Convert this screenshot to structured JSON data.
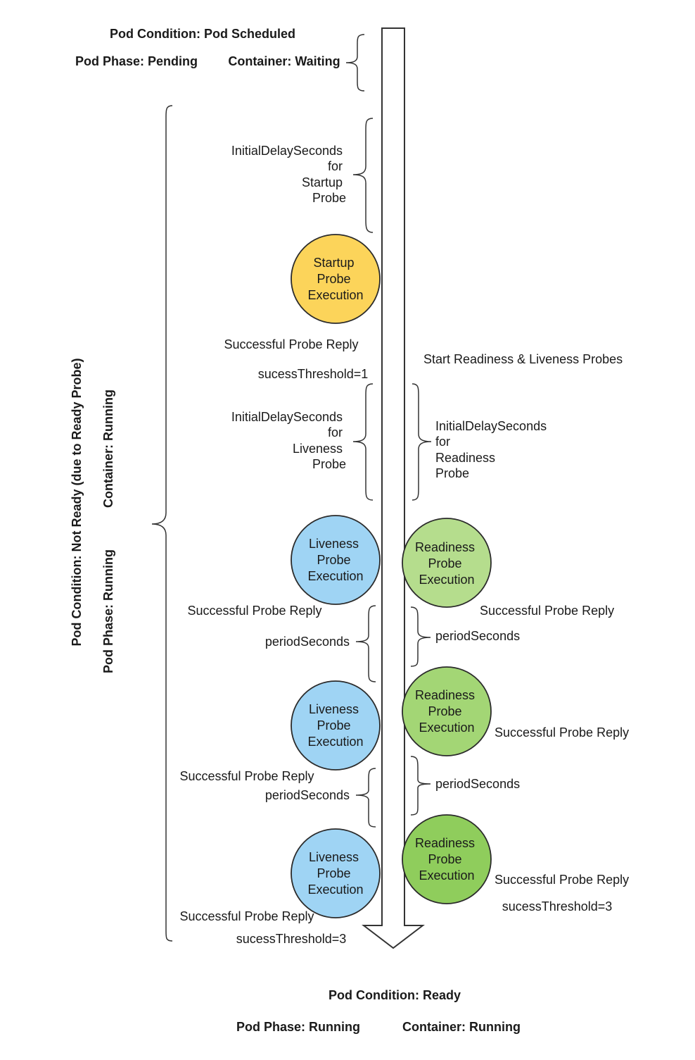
{
  "top": {
    "condition": "Pod Condition: Pod Scheduled",
    "phase": "Pod Phase: Pending",
    "container": "Container: Waiting"
  },
  "side": {
    "condition": "Pod Condition: Not Ready (due to Ready Probe)",
    "phase": "Pod Phase: Running",
    "container": "Container: Running"
  },
  "left": {
    "startup_delay": [
      "InitialDelaySeconds",
      "for",
      "Startup",
      "Probe"
    ],
    "startup_success": "Successful Probe Reply",
    "startup_threshold": "sucessThreshold=1",
    "liveness_delay": [
      "InitialDelaySeconds",
      "for",
      "Liveness",
      "Probe"
    ],
    "reply_1": "Successful Probe Reply",
    "period_1": "periodSeconds",
    "reply_2": "Successful Probe Reply",
    "period_2": "periodSeconds",
    "reply_3": "Successful Probe Reply",
    "threshold_3": "sucessThreshold=3"
  },
  "right": {
    "start_label": "Start Readiness & Liveness Probes",
    "readiness_delay": [
      "InitialDelaySeconds",
      "for",
      "Readiness",
      "Probe"
    ],
    "reply_1": "Successful Probe Reply",
    "period_1": "periodSeconds",
    "reply_2": "Successful Probe Reply",
    "period_2": "periodSeconds",
    "reply_3": "Successful Probe Reply",
    "threshold_3": "sucessThreshold=3"
  },
  "circles": {
    "startup": [
      "Startup",
      "Probe",
      "Execution"
    ],
    "liveness_1": [
      "Liveness",
      "Probe",
      "Execution"
    ],
    "liveness_2": [
      "Liveness",
      "Probe",
      "Execution"
    ],
    "liveness_3": [
      "Liveness",
      "Probe",
      "Execution"
    ],
    "readiness_1": [
      "Readiness",
      "Probe",
      "Execution"
    ],
    "readiness_2": [
      "Readiness",
      "Probe",
      "Execution"
    ],
    "readiness_3": [
      "Readiness",
      "Probe",
      "Execution"
    ]
  },
  "bottom": {
    "condition": "Pod Condition: Ready",
    "phase": "Pod Phase: Running",
    "container": "Container: Running"
  },
  "colors": {
    "startup": "#fcd45a",
    "liveness": "#9fd4f4",
    "readiness_light": "#b5dd8d",
    "readiness_mid": "#a3d675",
    "readiness_dark": "#8fcd5c"
  }
}
